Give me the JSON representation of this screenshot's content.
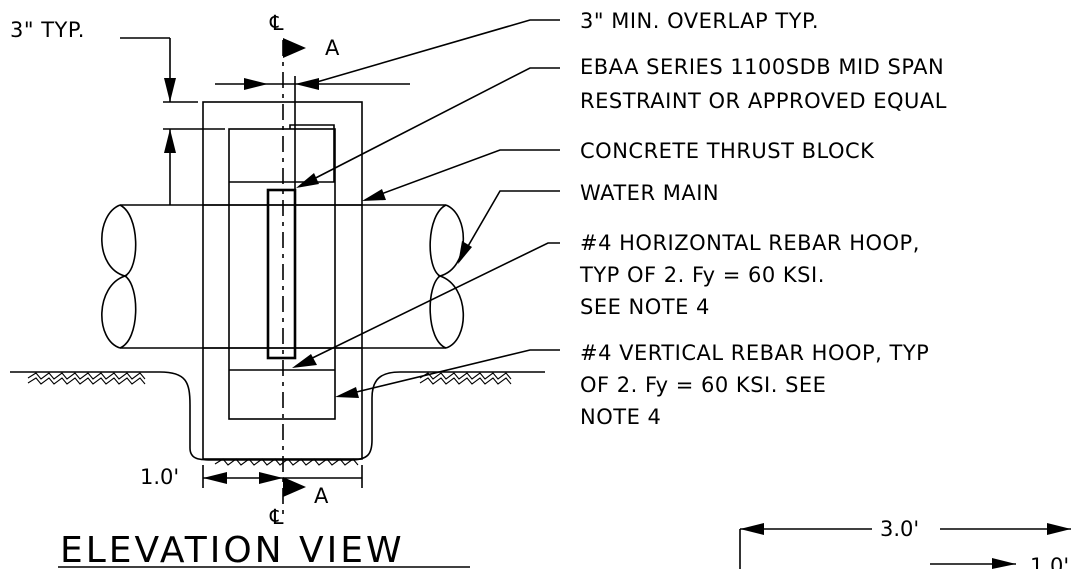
{
  "title": "ELEVATION VIEW",
  "labels": {
    "typ_dim": "3\" TYP.",
    "centerline_symbol": "℄",
    "section_marker": "A",
    "dim_1ft": "1.0'",
    "dim_3ft": "3.0'",
    "dim_1ft_right": "1.0'"
  },
  "callouts": [
    {
      "lines": [
        "3\" MIN. OVERLAP TYP."
      ]
    },
    {
      "lines": [
        "EBAA SERIES 1100SDB MID SPAN",
        "RESTRAINT OR APPROVED EQUAL"
      ]
    },
    {
      "lines": [
        "CONCRETE THRUST BLOCK"
      ]
    },
    {
      "lines": [
        "WATER MAIN"
      ]
    },
    {
      "lines": [
        "#4 HORIZONTAL REBAR HOOP,",
        "TYP OF 2.  Fy = 60 KSI.",
        "SEE NOTE 4"
      ]
    },
    {
      "lines": [
        "#4 VERTICAL REBAR HOOP, TYP",
        "OF 2.  Fy = 60 KSI.  SEE",
        "NOTE 4"
      ]
    }
  ],
  "colors": {
    "ink": "#000000",
    "paper": "#ffffff"
  }
}
